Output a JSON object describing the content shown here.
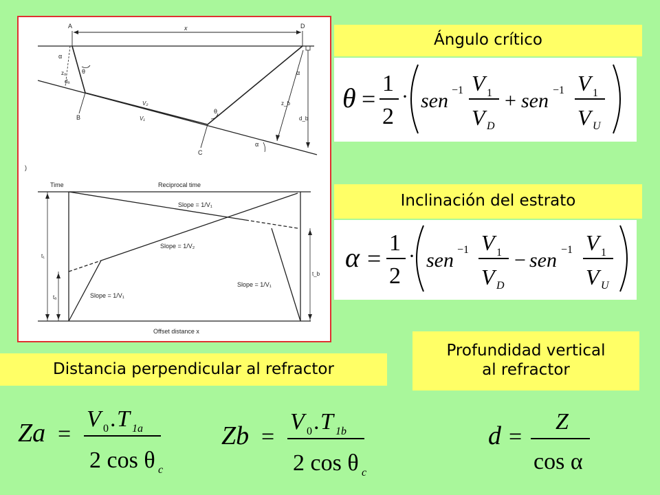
{
  "slide": {
    "background": "#a9f79b",
    "banner_color": "#ffff66",
    "frame_color": "#e03030"
  },
  "figure": {
    "top": {
      "labels": {
        "A": "A",
        "D": "D",
        "B": "B",
        "C": "C",
        "x": "x",
        "alpha": "α",
        "theta": "θ",
        "V1": "V₁",
        "V2": "V₂",
        "za": "zₐ",
        "da": "dₐ",
        "zb": "z_b",
        "db": "d_b"
      }
    },
    "bottom": {
      "tag": ")",
      "time": "Time",
      "reciprocal": "Reciprocal time",
      "slope_v1_upper": "Slope = 1/V₁",
      "slope_v2": "Slope = 1/V₂",
      "slope_v1_right": "Slope = 1/V₁",
      "slope_v1_left": "Slope = 1/V₁",
      "offset": "Offset distance x",
      "t1": "t₁",
      "ta": "tₐ",
      "tb": "t_b"
    }
  },
  "sections": {
    "critical_angle": {
      "title": "Ángulo crítico"
    },
    "dip": {
      "title": "Inclinación del estrato"
    },
    "perpendicular": {
      "title": "Distancia perpendicular al refractor"
    },
    "vertical": {
      "title_line1": "Profundidad vertical",
      "title_line2": "al refractor"
    }
  },
  "formulas": {
    "theta": {
      "lhs": "θ",
      "eq": "=",
      "half_num": "1",
      "half_den": "2",
      "dot": "·",
      "sen": "sen",
      "inv": "−1",
      "plus": "+",
      "v1": "V",
      "sub1": "1",
      "vd": "V",
      "subd": "D",
      "vu": "V",
      "subu": "U"
    },
    "alpha": {
      "lhs": "α",
      "eq": "=",
      "half_num": "1",
      "half_den": "2",
      "dot": "·",
      "sen": "sen",
      "inv": "−1",
      "minus": "−",
      "v1": "V",
      "sub1": "1",
      "vd": "V",
      "subd": "D",
      "vu": "V",
      "subu": "U"
    },
    "za": {
      "lhs": "Za",
      "eq": "=",
      "num": "V",
      "num_sub0": "0",
      "num_dot": ".",
      "num_t": "T",
      "num_sub": "1a",
      "den": "2 cos θ",
      "den_sub": "c"
    },
    "zb": {
      "lhs": "Zb",
      "eq": "=",
      "num": "V",
      "num_sub0": "0",
      "num_dot": ".",
      "num_t": "T",
      "num_sub": "1b",
      "den": "2 cos θ",
      "den_sub": "c"
    },
    "d": {
      "lhs": "d",
      "eq": "=",
      "num": "Z",
      "den": "cos α"
    }
  }
}
